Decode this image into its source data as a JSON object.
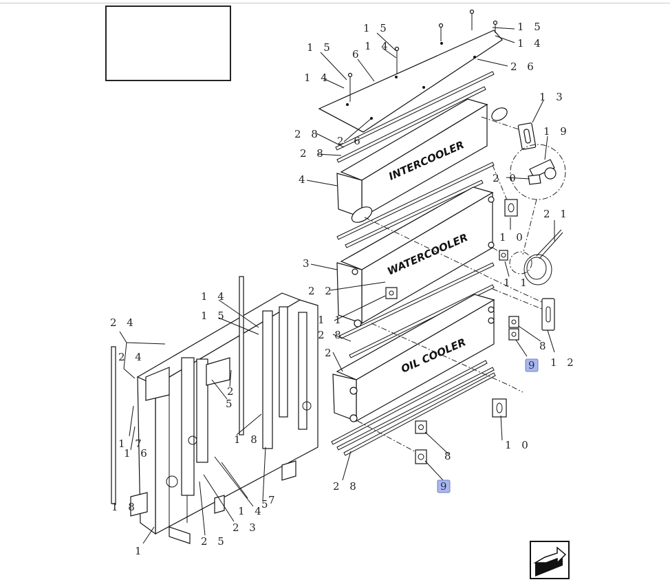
{
  "callouts": [
    {
      "id": "c15a",
      "text": "1 5"
    },
    {
      "id": "c15b",
      "text": "1 5"
    },
    {
      "id": "c15c",
      "text": "1 5"
    },
    {
      "id": "c14a",
      "text": "1 4"
    },
    {
      "id": "c14b",
      "text": "1 4"
    },
    {
      "id": "c14c",
      "text": "1 4"
    },
    {
      "id": "c6",
      "text": "6"
    },
    {
      "id": "c26a",
      "text": "2 6"
    },
    {
      "id": "c26b",
      "text": "2 6"
    },
    {
      "id": "c13",
      "text": "1 3"
    },
    {
      "id": "c19",
      "text": "1 9"
    },
    {
      "id": "c28a",
      "text": "2 8"
    },
    {
      "id": "c28b",
      "text": "2 8"
    },
    {
      "id": "c4",
      "text": "4"
    },
    {
      "id": "c20",
      "text": "2 0"
    },
    {
      "id": "c21",
      "text": "2 1"
    },
    {
      "id": "c10a",
      "text": "1 0"
    },
    {
      "id": "c3",
      "text": "3"
    },
    {
      "id": "c11a",
      "text": "1 1"
    },
    {
      "id": "c22",
      "text": "2 2"
    },
    {
      "id": "c11b",
      "text": "1 1"
    },
    {
      "id": "c28c",
      "text": "2 8"
    },
    {
      "id": "c8a",
      "text": "8"
    },
    {
      "id": "c12",
      "text": "1 2"
    },
    {
      "id": "c2a",
      "text": "2"
    },
    {
      "id": "c14d",
      "text": "1 4"
    },
    {
      "id": "c15d",
      "text": "1 5"
    },
    {
      "id": "c24a",
      "text": "2 4"
    },
    {
      "id": "c24b",
      "text": "2 4"
    },
    {
      "id": "c2b",
      "text": "2"
    },
    {
      "id": "c5a",
      "text": "5"
    },
    {
      "id": "c17",
      "text": "1 7"
    },
    {
      "id": "c16",
      "text": "1 6"
    },
    {
      "id": "c18a",
      "text": "1 8"
    },
    {
      "id": "c18b",
      "text": "1 8"
    },
    {
      "id": "c10b",
      "text": "1 0"
    },
    {
      "id": "c8b",
      "text": "8"
    },
    {
      "id": "c28d",
      "text": "2 8"
    },
    {
      "id": "c14e",
      "text": "1 4"
    },
    {
      "id": "c5b",
      "text": "5"
    },
    {
      "id": "c7",
      "text": "7"
    },
    {
      "id": "c23",
      "text": "2 3"
    },
    {
      "id": "c25",
      "text": "2 5"
    },
    {
      "id": "c1",
      "text": "1"
    }
  ],
  "highlighted_callouts": [
    {
      "id": "h9a",
      "text": "9"
    },
    {
      "id": "h9b",
      "text": "9"
    }
  ],
  "component_labels": {
    "intercooler": "INTERCOOLER",
    "watercooler": "WATERCOOLER",
    "oil_cooler": "OIL COOLER"
  },
  "nav": {
    "icon": "next-page-arrow-icon"
  }
}
